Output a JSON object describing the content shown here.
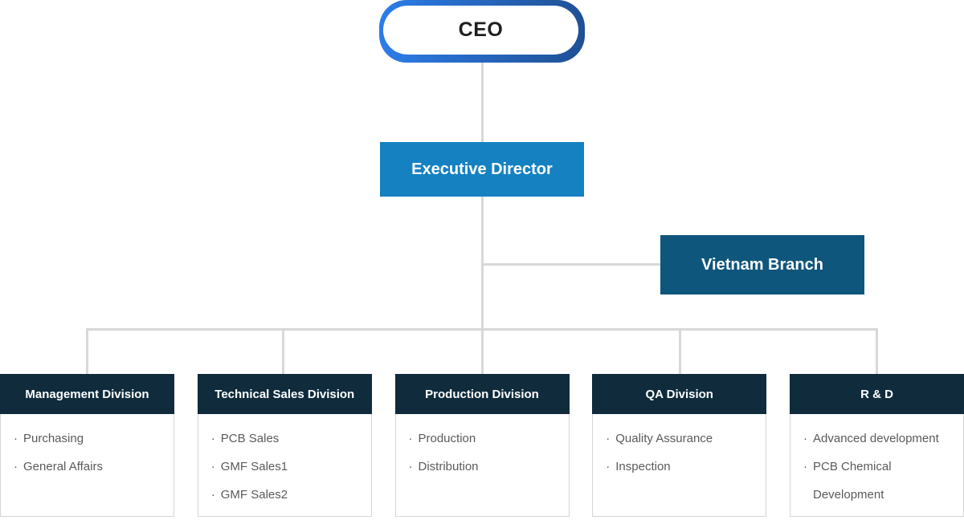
{
  "org_chart": {
    "bullet_char": "·",
    "root": {
      "label": "CEO"
    },
    "executive": {
      "label": "Executive Director"
    },
    "branch": {
      "label": "Vietnam Branch"
    },
    "divisions": [
      {
        "label": "Management Division",
        "items": [
          "Purchasing",
          "General Affairs"
        ]
      },
      {
        "label": "Technical Sales Division",
        "items": [
          "PCB Sales",
          "GMF Sales1",
          "GMF Sales2"
        ]
      },
      {
        "label": "Production Division",
        "items": [
          "Production",
          "Distribution"
        ]
      },
      {
        "label": "QA Division",
        "items": [
          "Quality Assurance",
          "Inspection"
        ]
      },
      {
        "label": "R & D",
        "items": [
          "Advanced development",
          "PCB Chemical Development"
        ]
      }
    ],
    "colors": {
      "ceo_gradient_start": "#2c7de8",
      "ceo_gradient_end": "#1f5094",
      "executive_box": "#1581c1",
      "vietnam_box": "#0f567c",
      "division_header": "#0f2b3c",
      "connector_line": "#d8d8d8",
      "list_text": "#5a5a5a",
      "list_border": "#d5d5d5",
      "ceo_text": "#1f1f1f"
    }
  }
}
